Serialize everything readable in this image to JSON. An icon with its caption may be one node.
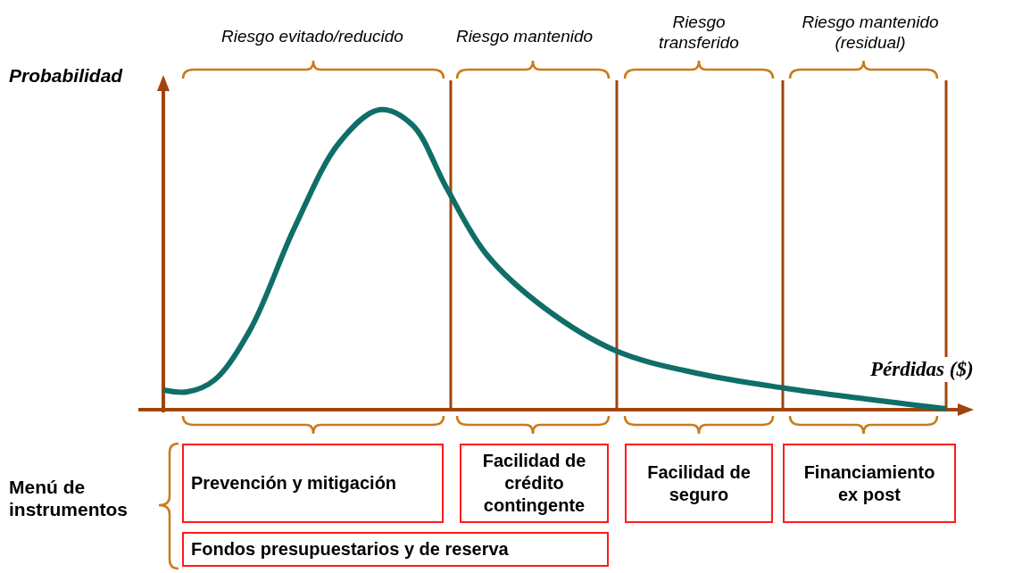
{
  "diagram": {
    "nodes": [
      {
        "text": [
          "Prevención y mitigación"
        ]
      },
      {
        "text": [
          "Facilidad de crédito contingente"
        ]
      },
      {
        "text": [
          "Facilidad de seguro"
        ]
      },
      {
        "text": [
          "Financiamiento ex post"
        ]
      },
      {
        "text": [
          "Fondos presupuestarios y de reserva"
        ]
      }
    ],
    "edges": [],
    "labels": [
      "Riesgo evitado/reducido",
      "Riesgo mantenido",
      "Riesgo transferido",
      "Riesgo mantenido (residual)",
      "Probabilidad",
      "Pérdidas ($)",
      "Menú de instrumentos"
    ]
  }
}
